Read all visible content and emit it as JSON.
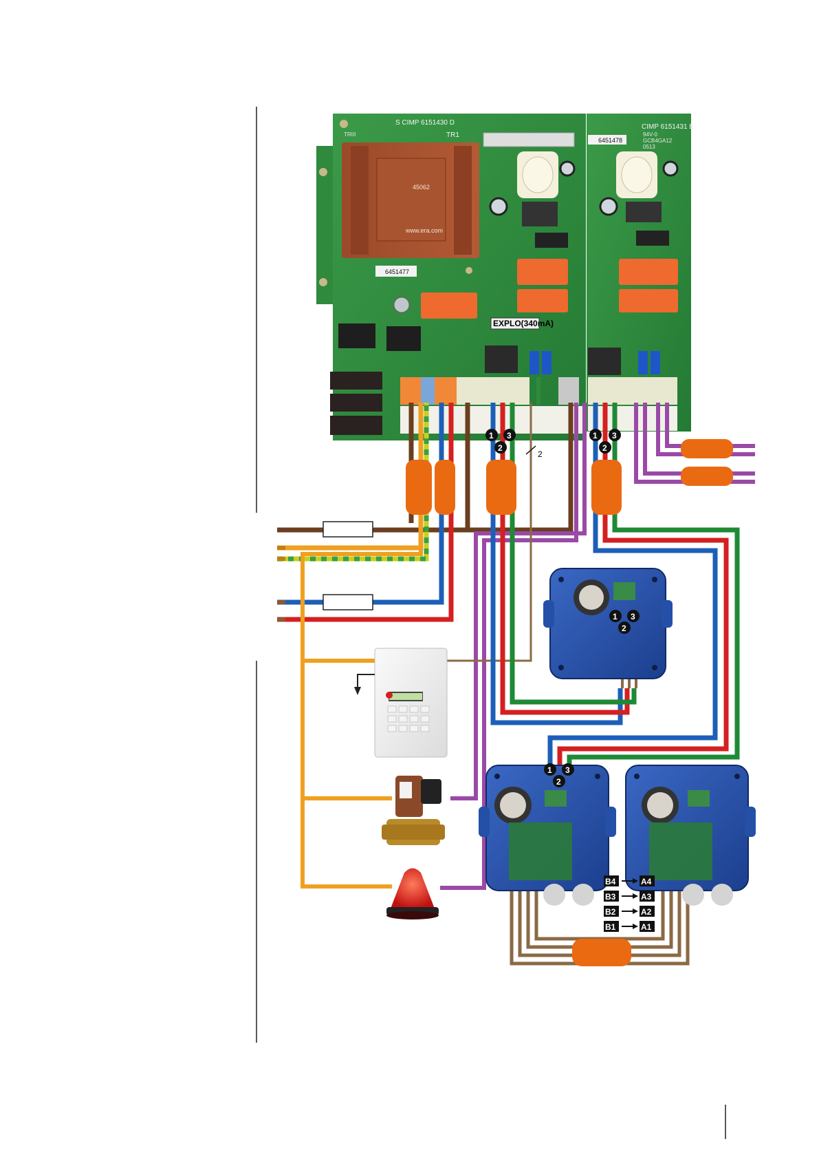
{
  "board_left": {
    "label": "S  CIMP  6151430  D",
    "transformer_label_main": "TR1",
    "transformer_label_side": "TRIII",
    "transformer_part": "45062",
    "transformer_brand": "www.era.com",
    "sticker_code": "6451477",
    "explo_tag": "EXPLO(340mA)"
  },
  "board_right": {
    "label": "CIMP  6151431  B",
    "sub_label_1": "94V-0",
    "sub_label_2": "GCB4GA12",
    "sub_label_3": "0513",
    "sticker_code": "6451478"
  },
  "wire_pair_marker": "2",
  "terminal_numbers": [
    "1",
    "2",
    "3"
  ],
  "bus_mapping": [
    {
      "from": "B4",
      "to": "A4"
    },
    {
      "from": "B3",
      "to": "A3"
    },
    {
      "from": "B2",
      "to": "A2"
    },
    {
      "from": "B1",
      "to": "A1"
    }
  ],
  "colors": {
    "pcb_green": "#2f8a3e",
    "wire_brown": "#6a3f1f",
    "wire_orange": "#f0a020",
    "wire_blue": "#1d5fb8",
    "wire_red": "#d42020",
    "wire_green": "#1f8a35",
    "wire_purple": "#9a4aa6",
    "wire_tan": "#8a6a45",
    "sleeve_orange": "#ea6a12",
    "detector_blue": "#2450a8"
  }
}
